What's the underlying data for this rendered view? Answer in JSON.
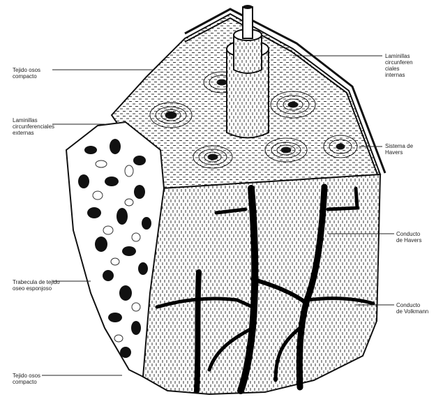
{
  "figure": {
    "labels": {
      "compact_top": "Tejido osos\ncompacto",
      "outer_lamellae": "Laminillas\ncircunferenciales\nexternas",
      "trabecula": "Trabecula de tejido\noseo esponjoso",
      "compact_bottom": "Tejido osos\ncompacto",
      "inner_lamellae": "Laminillas\ncircunferen\nciales\ninternas",
      "haversian_system": "Sistema de\nHavers",
      "haversian_canal": "Conducto\nde Havers",
      "volkmann_canal": "Conducto\nde Volkmann"
    }
  }
}
